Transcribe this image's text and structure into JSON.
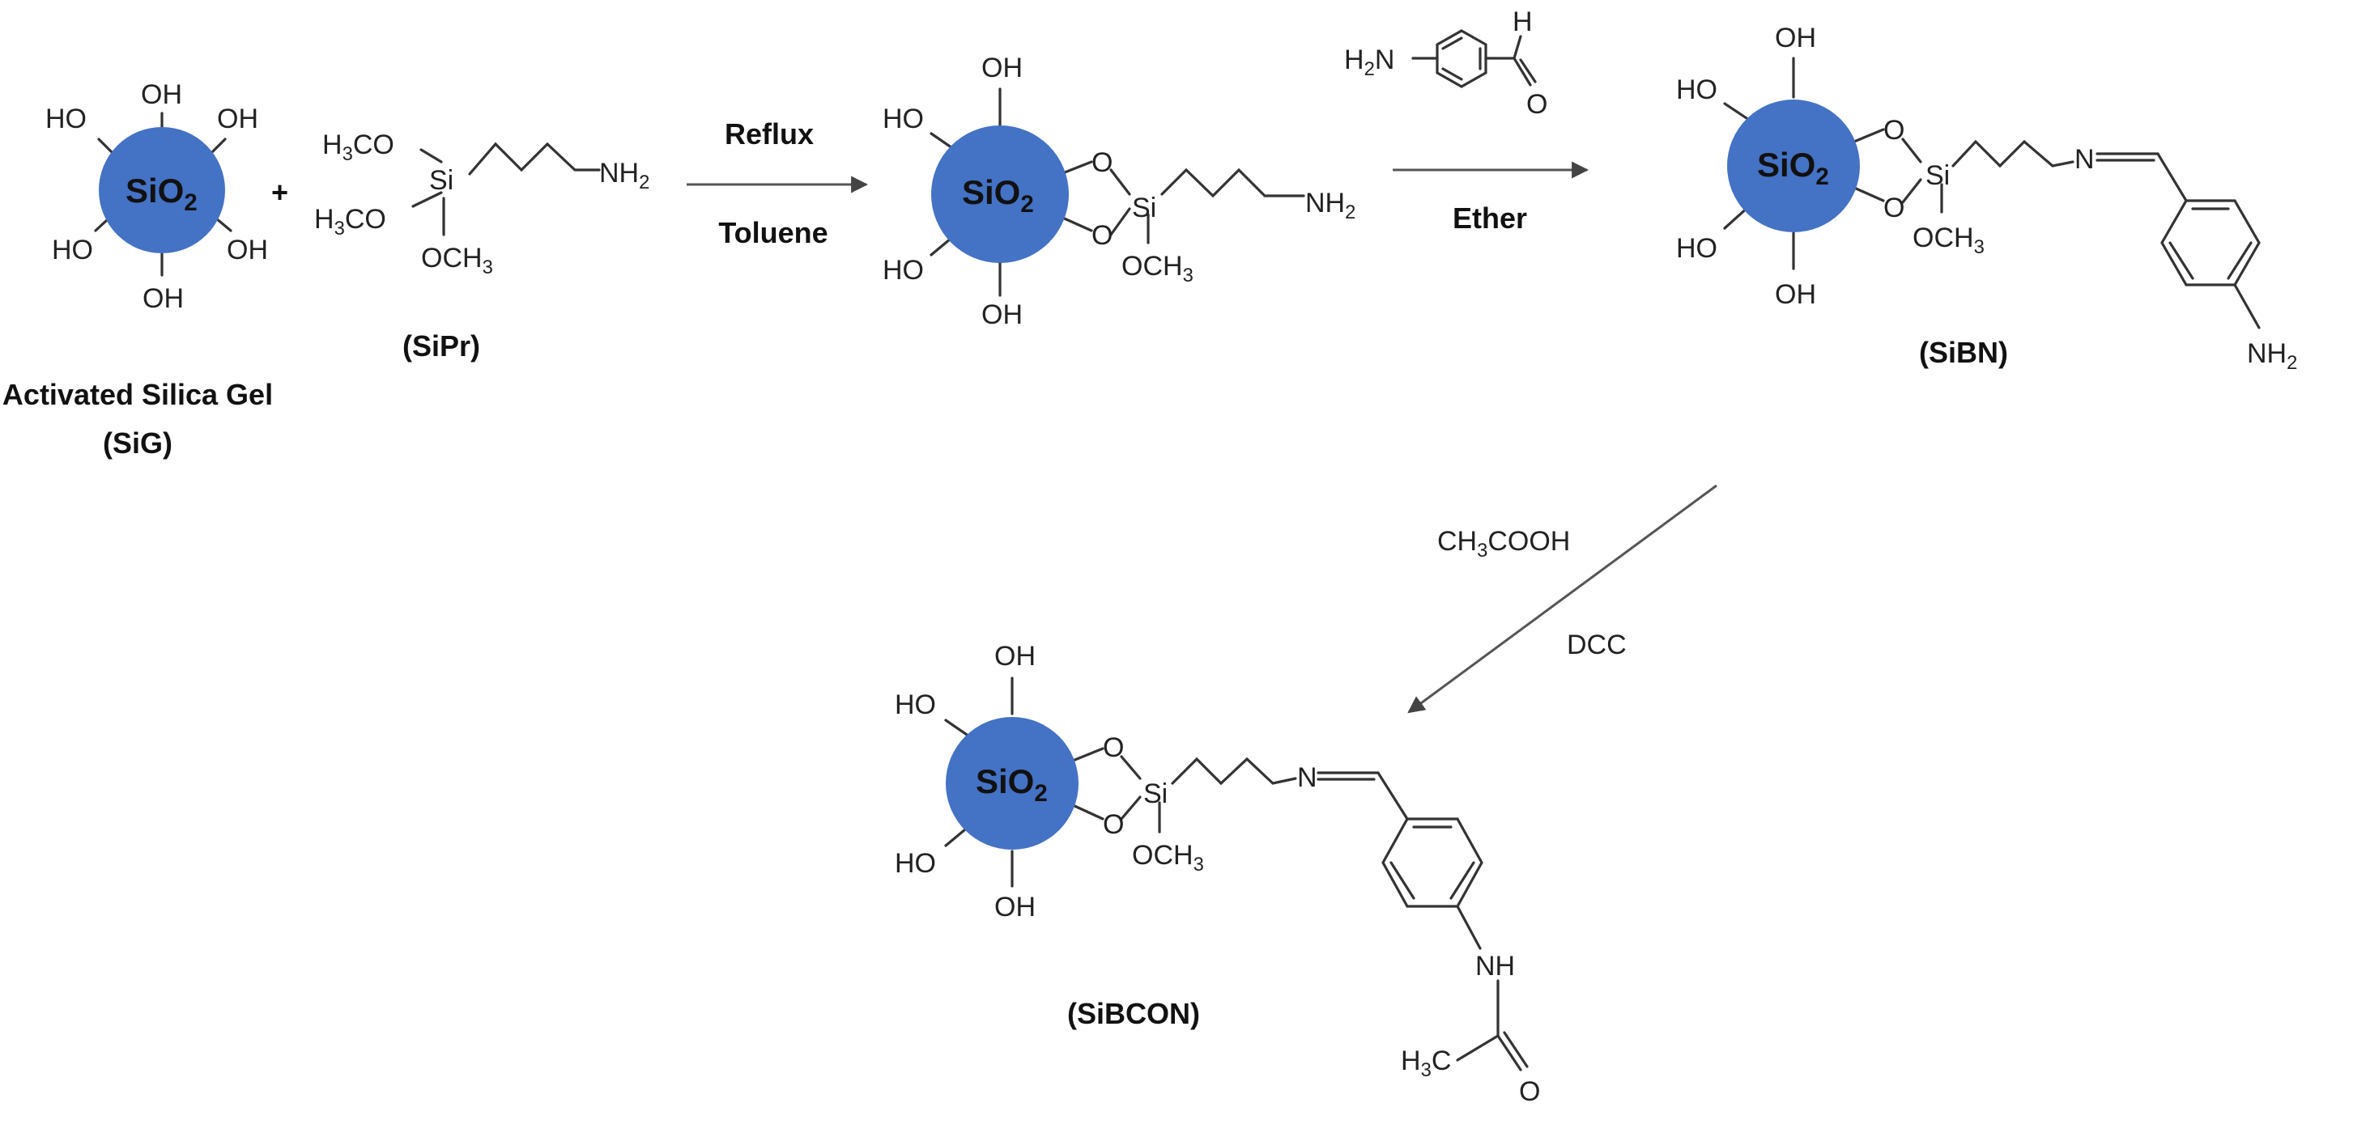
{
  "colors": {
    "silica_core": "#4472c4",
    "bond": "#333333",
    "arrow": "#555555",
    "text": "#222222"
  },
  "labels": {
    "oh": "OH",
    "ho": "HO",
    "o": "O",
    "si": "Si",
    "sio2_main": "SiO",
    "sio2_sub": "2",
    "nh2_main": "NH",
    "nh2_sub": "2",
    "h2n_h": "H",
    "h2n_sub": "2",
    "h2n_n": "N",
    "h3co_h": "H",
    "h3co_sub": "3",
    "h3co_co": "CO",
    "och3_main": "OCH",
    "och3_sub": "3",
    "n_eq": "N",
    "nh": "NH",
    "h": "H",
    "h3c_h": "H",
    "h3c_sub": "3",
    "h3c_c": "C",
    "plus": "+"
  },
  "compounds": {
    "sig_name": "Activated Silica Gel",
    "sig_code": "(SiG)",
    "sipr_code": "(SiPr)",
    "sibn_code": "(SiBN)",
    "sibcon_code": "(SiBCON)"
  },
  "conditions": {
    "step1_top": "Reflux",
    "step1_bottom": "Toluene",
    "step2_bottom": "Ether",
    "step3_reagent_main": "CH",
    "step3_reagent_sub": "3",
    "step3_reagent_rest": "COOH",
    "step3_coupling": "DCC"
  }
}
